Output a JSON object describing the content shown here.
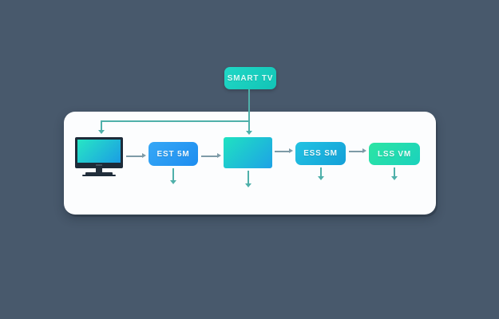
{
  "colors": {
    "background": "#48596c",
    "canvas": "#fcfdfe",
    "teal_node": "#1bd0c0",
    "blue_node": "#2196f3",
    "cyan_node": "#1bb2dd",
    "green_node": "#27dfad",
    "monitor_bezel": "#1d2b39",
    "tree_line": "#4fb0aa",
    "connector_line": "#7e9ba7"
  },
  "diagram": {
    "source_node": {
      "id": "smart-tv",
      "label": "SMART TV"
    },
    "nodes": [
      {
        "id": "monitor",
        "icon": "monitor-icon",
        "label": ""
      },
      {
        "id": "est-5m",
        "label": "EST 5M"
      },
      {
        "id": "gradient-box",
        "label": ""
      },
      {
        "id": "ess-sm",
        "label": "ESS SM"
      },
      {
        "id": "lss-vm",
        "label": "LSS VM"
      }
    ]
  }
}
